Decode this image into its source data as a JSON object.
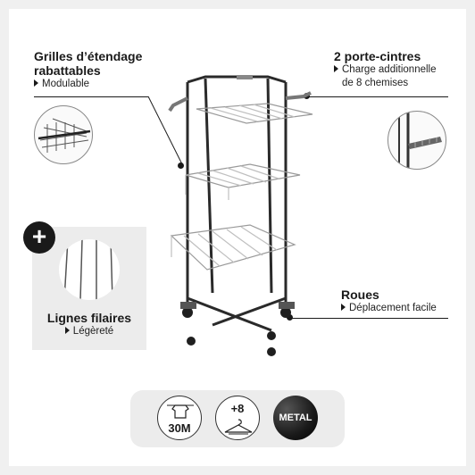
{
  "features": {
    "grilles": {
      "title_line1": "Grilles d’étendage",
      "title_line2": "rabattables",
      "sub": "Modulable"
    },
    "porte_cintres": {
      "title": "2 porte-cintres",
      "sub_line1": "Charge additionnelle",
      "sub_line2": "de 8 chemises"
    },
    "roues": {
      "title": "Roues",
      "sub": "Déplacement facile"
    },
    "lignes": {
      "plus": "+",
      "title": "Lignes filaires",
      "sub": "Légèreté"
    }
  },
  "badges": {
    "length": "30M",
    "hangers": "+8",
    "material": "METAL"
  },
  "colors": {
    "frame": "#2a2a2a",
    "wire": "#bfbfbf",
    "accent": "#1a1a1a",
    "background": "#f0f0f0"
  },
  "icons": [
    "shirt-on-line-icon",
    "hanger-icon",
    "plus-icon"
  ]
}
